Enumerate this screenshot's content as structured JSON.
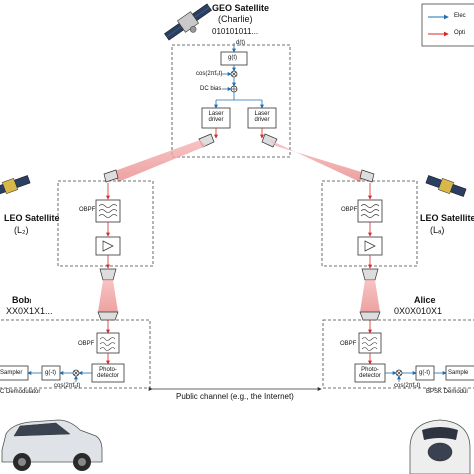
{
  "legend": {
    "electrical": "Elec",
    "optical": "Opti"
  },
  "geo": {
    "title": "GEO Satellite",
    "subtitle": "(Charlie)",
    "bits": "010101011...",
    "signal_in": "d(t)",
    "pulse_block": "g(t)",
    "carrier": "cos(2πfₑt)",
    "dc_bias": "DC bias",
    "laser_left": "Laser driver",
    "laser_right": "Laser driver"
  },
  "leo_b": {
    "title": "LEO Satellite",
    "subtitle": "(L₂)",
    "obpf": "OBPF"
  },
  "leo_a": {
    "title": "LEO Satellite",
    "subtitle": "(Lₐ)",
    "obpf": "OBPF"
  },
  "bob": {
    "name": "Bobₗ",
    "bits": "XX0X1X1...",
    "obpf": "OBPF",
    "sampler": "Sampler",
    "filter": "g(-t)",
    "photodetector": "Photo-detector",
    "carrier": "cos(2πfₑt)",
    "demod": "C Demodulator"
  },
  "alice": {
    "name": "Alice",
    "bits": "0X0X010X1",
    "obpf": "OBPF",
    "sampler": "Sample",
    "filter": "g(-t)",
    "photodetector": "Photo-detector",
    "carrier": "cos(2πfₑt)",
    "demod": "BPSK Demodul"
  },
  "public_channel": "Public channel (e.g., the Internet)",
  "colors": {
    "electrical": "#1f6fb2",
    "optical": "#d62828",
    "beam": "#f2a0a0",
    "box": "#444444"
  }
}
